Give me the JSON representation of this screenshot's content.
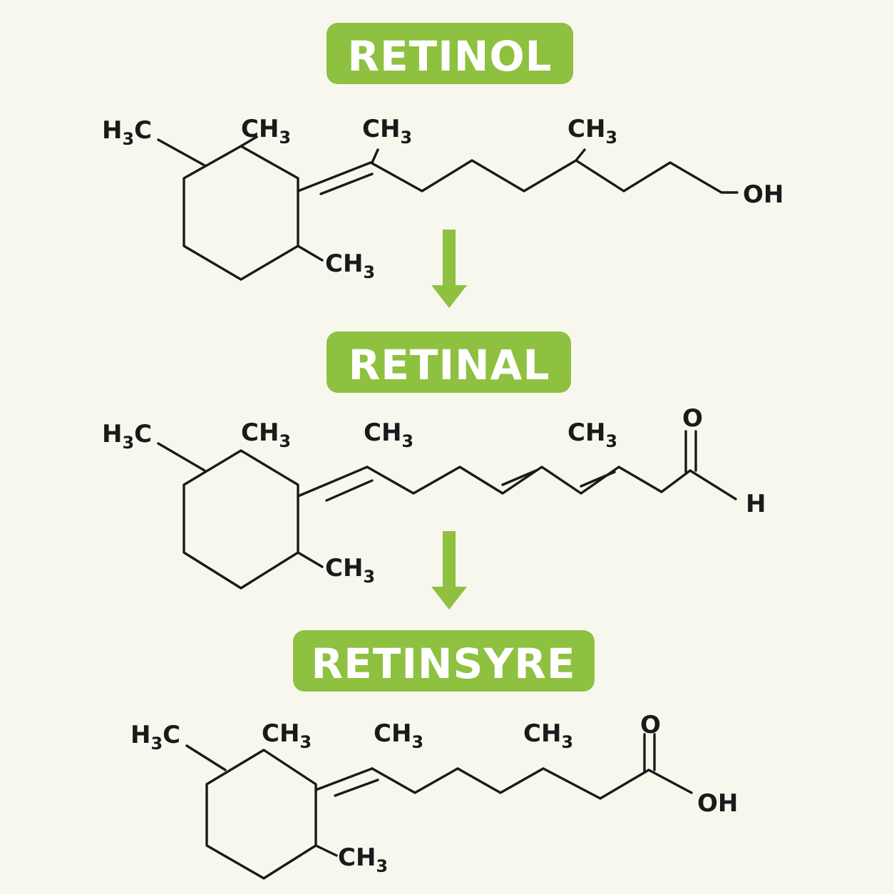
{
  "colors": {
    "background": "#f8f7ee",
    "accent": "#8dc13f",
    "ink": "#1a1a1a",
    "label_text": "#ffffff"
  },
  "compounds": [
    {
      "name": "RETINOL",
      "groups": {
        "ring_methyl_left": "C",
        "ring_methyl_top": "CH",
        "ring_methyl_bottom": "CH",
        "chain_methyl_1": "CH",
        "chain_methyl_2": "CH",
        "terminal": "OH"
      }
    },
    {
      "name": "RETINAL",
      "groups": {
        "ring_methyl_left": "C",
        "ring_methyl_top": "CH",
        "ring_methyl_bottom": "CH",
        "chain_methyl_1": "CH",
        "chain_methyl_2": "CH",
        "carbonyl_o": "O",
        "terminal": "H"
      }
    },
    {
      "name": "RETINSYRE",
      "groups": {
        "ring_methyl_left": "C",
        "ring_methyl_top": "CH",
        "ring_methyl_bottom": "CH",
        "chain_methyl_1": "CH",
        "chain_methyl_2": "CH",
        "carbonyl_o": "O",
        "terminal": "OH"
      }
    }
  ],
  "atoms": {
    "h": "H",
    "three": "3"
  },
  "arrows": [
    {
      "name": "retinol-to-retinal",
      "icon": "arrow-down-icon"
    },
    {
      "name": "retinal-to-retinsyre",
      "icon": "arrow-down-icon"
    }
  ]
}
